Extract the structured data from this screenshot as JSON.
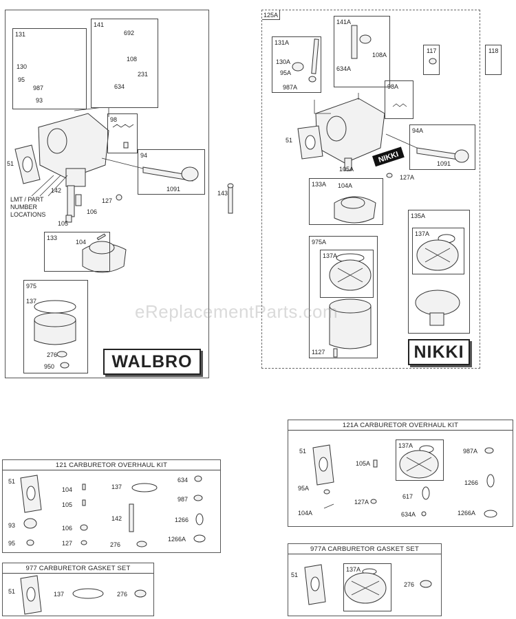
{
  "watermark": "eReplacementParts.com",
  "walbro": {
    "brand": "WALBRO",
    "callouts": {
      "box131": "131",
      "p130": "130",
      "p95": "95",
      "p987": "987",
      "p93": "93",
      "box141": "141",
      "p692": "692",
      "p108": "108",
      "p231": "231",
      "p634": "634",
      "box98": "98",
      "box94": "94",
      "p1091": "1091",
      "p51": "51",
      "lmt_line1": "LMT / PART",
      "lmt_line2": "NUMBER",
      "lmt_line3": "LOCATIONS",
      "p142": "142",
      "p106": "106",
      "p127": "127",
      "p105": "105",
      "box133": "133",
      "p104": "104",
      "box975": "975",
      "p137": "137",
      "p276": "276",
      "p950": "950"
    }
  },
  "standalone": {
    "p143": "143"
  },
  "nikki": {
    "brand": "NIKKI",
    "callouts": {
      "box125A": "125A",
      "box131A": "131A",
      "p130A": "130A",
      "p95A": "95A",
      "p987A": "987A",
      "box141A": "141A",
      "p634A": "634A",
      "p108A": "108A",
      "box117": "117",
      "box118": "118",
      "box98A": "98A",
      "p51": "51",
      "box94A": "94A",
      "p1091": "1091",
      "p105A": "105A",
      "p127A": "127A",
      "nikki_tag": "NIKKI",
      "box133A": "133A",
      "p104A": "104A",
      "box135A": "135A",
      "box137A_b": "137A",
      "box975A": "975A",
      "box137A_a": "137A",
      "p1127": "1127"
    }
  },
  "kit121": {
    "title": "121  CARBURETOR OVERHAUL KIT",
    "parts": [
      "51",
      "104",
      "137",
      "634",
      "105",
      "987",
      "142",
      "1266",
      "93",
      "106",
      "95",
      "127",
      "276",
      "1266A"
    ]
  },
  "kit977": {
    "title": "977  CARBURETOR GASKET SET",
    "parts": [
      "51",
      "137",
      "276"
    ]
  },
  "kit121A": {
    "title": "121A CARBURETOR OVERHAUL KIT",
    "parts": [
      "51",
      "105A",
      "137A",
      "987A",
      "95A",
      "1266",
      "617",
      "127A",
      "104A",
      "634A",
      "1266A"
    ]
  },
  "kit977A": {
    "title": "977A CARBURETOR GASKET SET",
    "parts": [
      "51",
      "137A",
      "276"
    ]
  }
}
